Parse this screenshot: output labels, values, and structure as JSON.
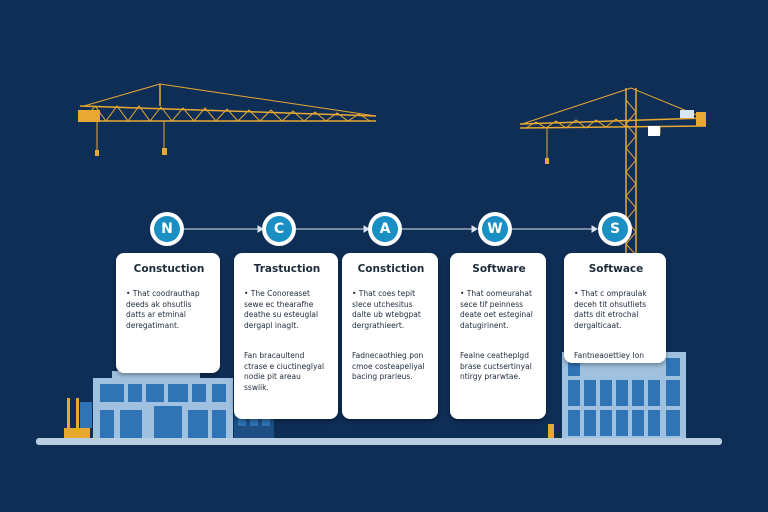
{
  "colors": {
    "background": "#0f2e56",
    "crane": "#e8a832",
    "node": "#1a8fc4",
    "building": "#2f74b5",
    "ground": "#b9cde3"
  },
  "icons": [
    "crane-icon",
    "building-icon",
    "arrow-right-icon"
  ],
  "nodes": [
    {
      "letter": "N"
    },
    {
      "letter": "C"
    },
    {
      "letter": "A"
    },
    {
      "letter": "W"
    },
    {
      "letter": "S"
    }
  ],
  "cards": [
    {
      "title": "Constuction",
      "text1": "• That coodrauthap\ndeeds ak ohsutlis\ndatts ar etminal\nderegatimant.",
      "text2": ""
    },
    {
      "title": "Trastuction",
      "text1": "• The Conoreaset\nsewe ec thearafhe\ndeathe su esteuglal\ndergapl inaglt.",
      "text2": "Fan bracaultend\nctrase e ciuctineglyal\nnodie pit areau\nsswiik."
    },
    {
      "title": "Constiction",
      "text1": "• That coes tepit\nslece utchesitus\ndalte ub wtebgpat\ndergrathieert.",
      "text2": "Fadnecaothieg pon\ncmoe costeapeliyal\nbacing prarieus."
    },
    {
      "title": "Software",
      "text1": "• That oomeurahat\nsece tif peinness\ndeate oet esteginal\ndatugirinent.",
      "text2": "Fealne ceatheplgd\nbrase cuctsertinyal\nntirgy prarwtae."
    },
    {
      "title": "Softwace",
      "text1": "• That c ompraulak\ndeceh tit ohsutliets\ndatts dit etrochal\ndergalticaat.",
      "text2": "Fantneaoettiey Ion\ncngs cuetsemtinyal\nbeetgatel."
    }
  ]
}
